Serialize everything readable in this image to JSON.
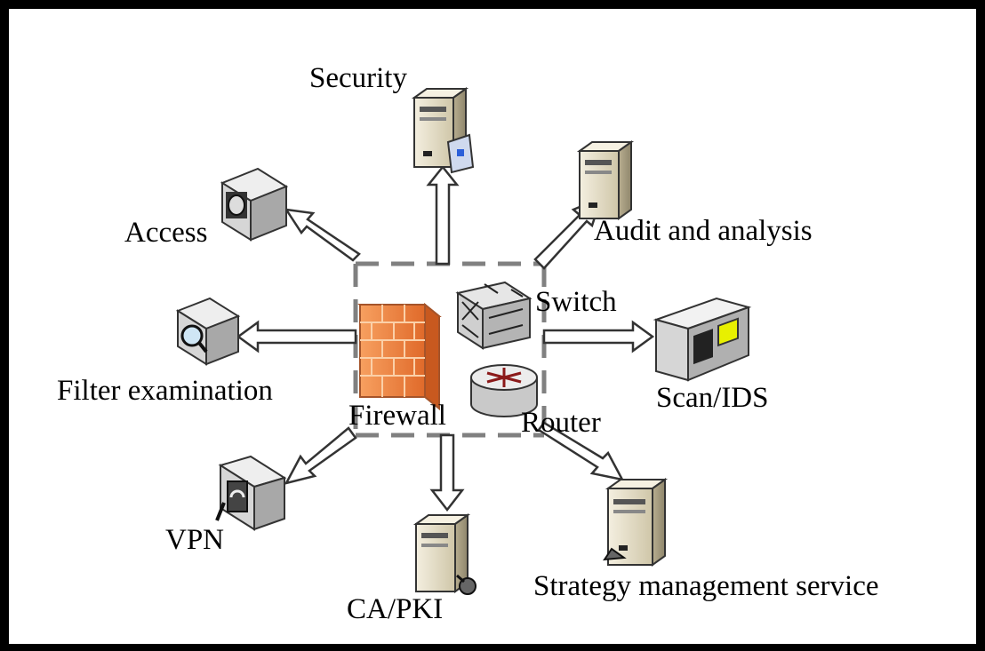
{
  "labels": {
    "security": "Security",
    "access": "Access",
    "audit": "Audit and analysis",
    "switch": "Switch",
    "filter": "Filter examination",
    "scan": "Scan/IDS",
    "firewall": "Firewall",
    "router": "Router",
    "vpn": "VPN",
    "capki": "CA/PKI",
    "strategy": "Strategy management service"
  },
  "icons": {
    "firewall": "firewall-icon",
    "switch": "switch-icon",
    "router": "router-icon",
    "security": "security-server-icon",
    "access": "access-device-icon",
    "audit": "audit-server-icon",
    "filter": "filter-device-icon",
    "scan": "scan-ids-device-icon",
    "vpn": "vpn-device-icon",
    "capki": "ca-pki-server-icon",
    "strategy": "strategy-server-icon"
  },
  "colors": {
    "firewall": "#f08a4b",
    "connector": "#ffffff",
    "bus": "#7a7a7a",
    "server": "#e8e0c8"
  }
}
